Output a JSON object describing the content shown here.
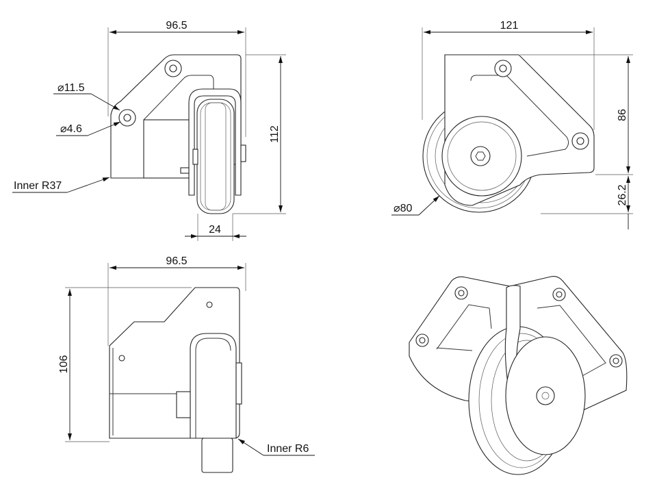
{
  "views": {
    "side": {
      "width": "96.5",
      "hole_outer": "⌀11.5",
      "hole_inner": "⌀4.6",
      "inner_radius": "Inner R37",
      "height": "112",
      "wheel_width": "24"
    },
    "front": {
      "width": "121",
      "bracket_height": "86",
      "offset": "26.2",
      "wheel_diameter": "⌀80"
    },
    "top": {
      "width": "96.5",
      "height": "106",
      "inner_radius": "Inner R6"
    },
    "iso": {}
  },
  "colors": {
    "line": "#333333",
    "background": "#ffffff"
  }
}
